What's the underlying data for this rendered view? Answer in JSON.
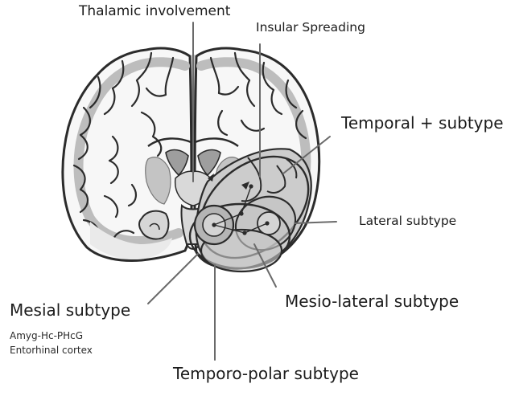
{
  "labels": {
    "thalamic": "Thalamic involvement",
    "insular": "Insular Spreading",
    "temporal_plus": "Temporal + subtype",
    "lateral": "Lateral subtype",
    "mesio_lateral": "Mesio-lateral subtype",
    "mesial": "Mesial subtype",
    "mesial_detail_1": "Amyg-Hc-PHcG",
    "mesial_detail_2": "Entorhinal cortex",
    "temporo_polar": "Temporo-polar subtype"
  },
  "colors": {
    "outline": "#2b2b2b",
    "brain_fill": "#f7f7f7",
    "gray_matter": "#d6d6d6",
    "deep_nuclei": "#c4c4c4",
    "region_fill": "#bdbdbd",
    "line": "#666666"
  }
}
